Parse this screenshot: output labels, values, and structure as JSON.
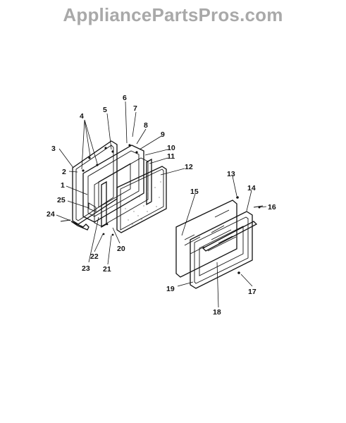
{
  "watermark": {
    "text": "AppliancePartsPros.com"
  },
  "callouts": [
    "1",
    "2",
    "3",
    "4",
    "5",
    "6",
    "7",
    "8",
    "9",
    "10",
    "11",
    "12",
    "13",
    "14",
    "15",
    "16",
    "17",
    "18",
    "19",
    "20",
    "21",
    "22",
    "23",
    "24",
    "25"
  ],
  "colors": {
    "line": "#111111",
    "watermark": "#a9a9a9",
    "background": "#ffffff"
  }
}
